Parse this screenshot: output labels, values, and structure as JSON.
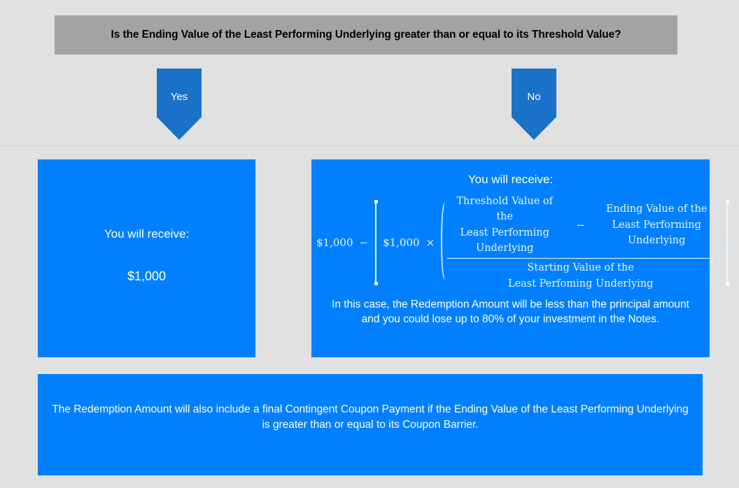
{
  "header": {
    "question": "Is the Ending Value of the Least Performing Underlying greater than or equal to its Threshold Value?",
    "background_color": "#a3a3a3",
    "text_color": "#000000"
  },
  "branches": [
    {
      "id": "yes",
      "label": "Yes",
      "color": "#1a72c8"
    },
    {
      "id": "no",
      "label": "No",
      "color": "#1a72c8"
    }
  ],
  "panels": {
    "yes_outcome": {
      "receive_label": "You will receive:",
      "amount": "$1,000",
      "background_color": "#0080FF",
      "text_color": "#ffffff"
    },
    "no_outcome": {
      "receive_label": "You will receive:",
      "formula": {
        "principal": "$1,000",
        "minus_operator": "−",
        "multiplier": "$1,000",
        "times_operator": "×",
        "numerator_left_line1": "Threshold Value of the",
        "numerator_left_line2": "Least Performing",
        "numerator_left_line3": "Underlying",
        "numerator_operator": "−",
        "numerator_right_line1": "Ending Value of the",
        "numerator_right_line2": "Least Performing",
        "numerator_right_line3": "Underlying",
        "denominator_line1": "Starting Value of the",
        "denominator_line2": "Least Perfoming Underlying"
      },
      "footer_text": "In this case, the Redemption Amount will be less than the principal amount and you could lose up to 80% of your investment in the Notes.",
      "background_color": "#0080FF",
      "text_color": "#ffffff"
    },
    "coupon_note": {
      "text": "The Redemption Amount will also include a final Contingent Coupon Payment if the Ending Value of the Least Performing Underlying is greater than or equal to its Coupon Barrier.",
      "background_color": "#0080FF",
      "text_color": "#ffffff"
    }
  },
  "page": {
    "background_color": "#e1e1e1"
  }
}
